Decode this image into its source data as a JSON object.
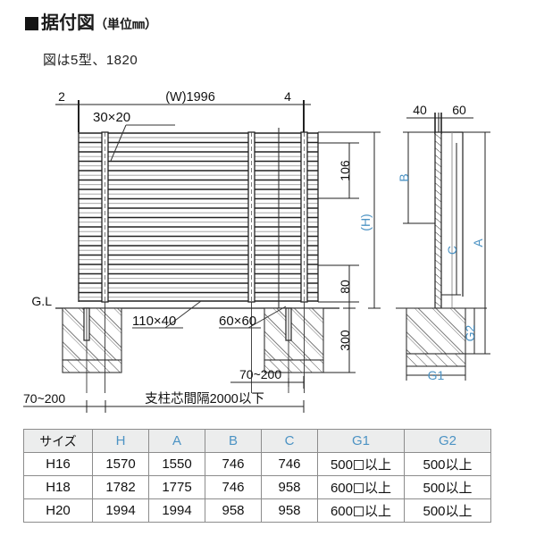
{
  "header": {
    "bullet": "■",
    "title": "据付図",
    "unit_note": "（単位㎜）",
    "subtitle": "図は5型、1820"
  },
  "colors": {
    "accent_blue": "#4c93c4",
    "line": "#1a1a1a",
    "thin_line": "#8c8c8c",
    "table_header_bg": "#eceded"
  },
  "front_view": {
    "top_dims": {
      "left_gap": "2",
      "width": "(W)1996",
      "right_gap": "4"
    },
    "callouts": {
      "slat": "30×20",
      "post_main": "110×40",
      "post_sub": "60×60",
      "ground_line": "G.L"
    },
    "right_dims": {
      "slat_pitch": "106",
      "bottom_clear": "80",
      "embed_depth": "300",
      "overall_height": "(H)"
    },
    "bottom_dims": {
      "edge_left": "70~200",
      "edge_right": "70~200",
      "span": "支柱芯間隔2000以下"
    }
  },
  "side_view": {
    "top_dims": {
      "panel_depth": "40",
      "post_depth": "60"
    },
    "labels": {
      "panel_height": "B",
      "overall_height": "A",
      "post_below": "C",
      "footing_depth": "G2",
      "footing_width": "G1"
    }
  },
  "spec_table": {
    "columns": [
      {
        "label": "サイズ",
        "accent": false
      },
      {
        "label": "H",
        "accent": true
      },
      {
        "label": "A",
        "accent": true
      },
      {
        "label": "B",
        "accent": true
      },
      {
        "label": "C",
        "accent": true
      },
      {
        "label": "G1",
        "accent": true
      },
      {
        "label": "G2",
        "accent": true
      }
    ],
    "rows": [
      {
        "size": "H16",
        "H": "1570",
        "A": "1550",
        "B": "746",
        "C": "746",
        "G1_pre": "500",
        "G1_post": "以上",
        "G2": "500以上"
      },
      {
        "size": "H18",
        "H": "1782",
        "A": "1775",
        "B": "746",
        "C": "958",
        "G1_pre": "600",
        "G1_post": "以上",
        "G2": "500以上"
      },
      {
        "size": "H20",
        "H": "1994",
        "A": "1994",
        "B": "958",
        "C": "958",
        "G1_pre": "600",
        "G1_post": "以上",
        "G2": "500以上"
      }
    ]
  }
}
